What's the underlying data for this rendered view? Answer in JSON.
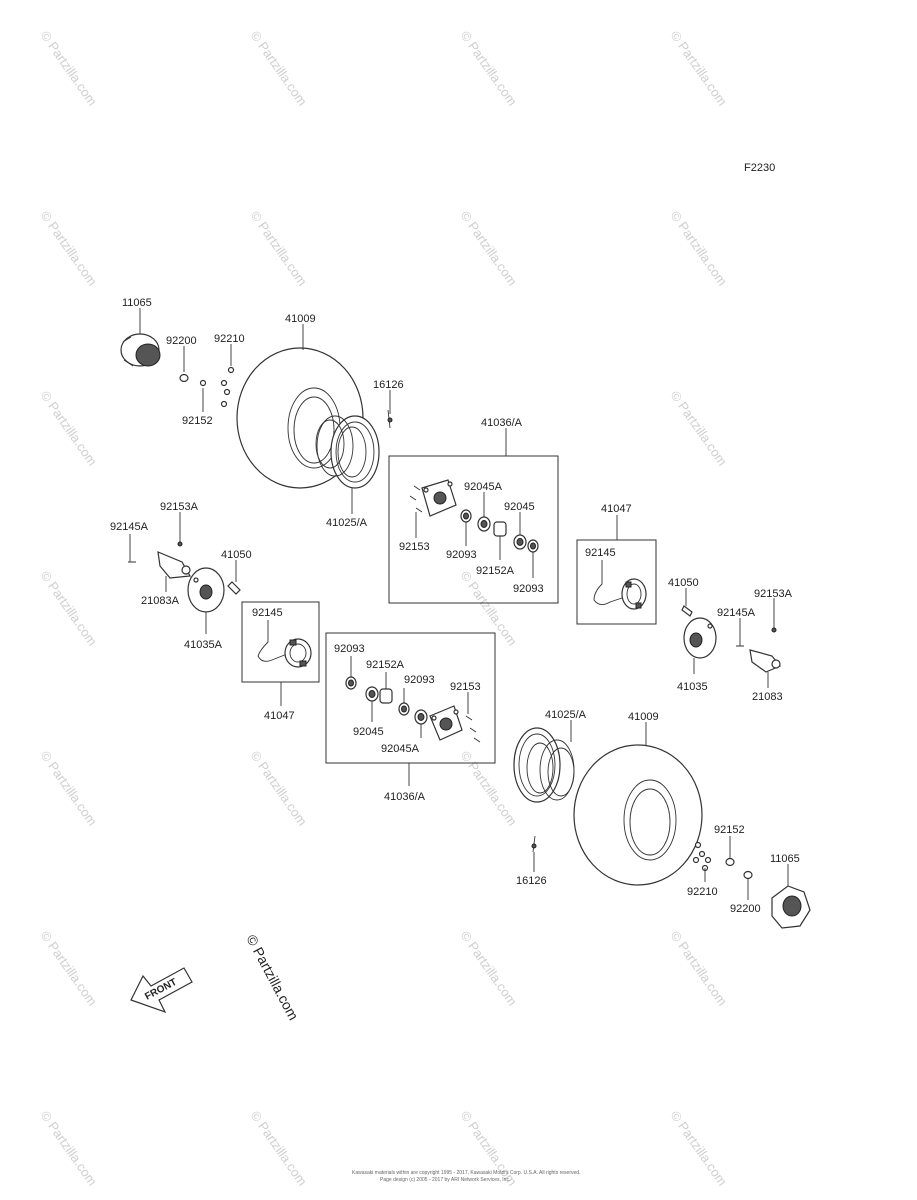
{
  "diagram_code": "F2230",
  "watermark": "© Partzilla.com",
  "watermark_large": "© Partzilla.com",
  "front_label": "FRONT",
  "footer": {
    "line1": "Kawasaki materials within are copyright 1995 - 2017, Kawasaki Motors Corp. U.S.A. All rights reserved.",
    "line2": "Page design (c) 2005 - 2017 by ARI Network Services, Inc."
  },
  "labels": {
    "l11065_a": "11065",
    "l41009_a": "41009",
    "l92200_a": "92200",
    "l92210_a": "92210",
    "l92152_a": "92152",
    "l16126_a": "16126",
    "l41025_a": "41025/A",
    "l41036_a": "41036/A",
    "l92045A_a": "92045A",
    "l92045_a": "92045",
    "l92153_a": "92153",
    "l92093_a": "92093",
    "l92152A_a": "92152A",
    "l92093_b": "92093",
    "l92153A_a": "92153A",
    "l92145A_a": "92145A",
    "l41050_a": "41050",
    "l21083A": "21083A",
    "l41035A": "41035A",
    "l92145_a": "92145",
    "l41047_a": "41047",
    "l41047_b": "41047",
    "l92145_b": "92145",
    "l41050_b": "41050",
    "l92153A_b": "92153A",
    "l92145A_b": "92145A",
    "l41035": "41035",
    "l21083": "21083",
    "l92093_c": "92093",
    "l92152A_b": "92152A",
    "l92093_d": "92093",
    "l92153_b": "92153",
    "l92045_b": "92045",
    "l92045A_b": "92045A",
    "l41036_b": "41036/A",
    "l41025_b": "41025/A",
    "l41009_b": "41009",
    "l16126_b": "16126",
    "l92152_b": "92152",
    "l11065_b": "11065",
    "l92210_b": "92210",
    "l92200_b": "92200"
  }
}
